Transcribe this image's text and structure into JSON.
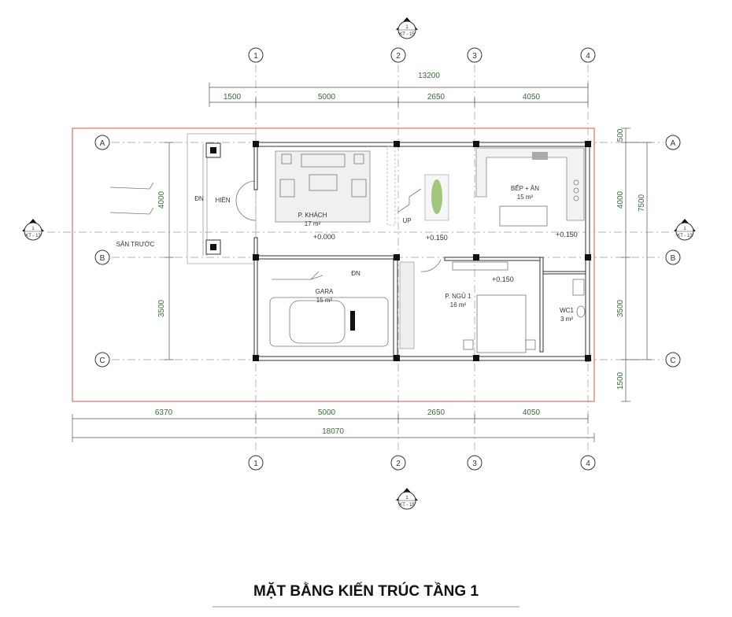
{
  "title": "MẶT BẰNG KIẾN TRÚC TẦNG 1",
  "grid_axes": {
    "columns": [
      "1",
      "2",
      "3",
      "4"
    ],
    "rows": [
      "A",
      "B",
      "C"
    ]
  },
  "section_markers": [
    {
      "num": "1",
      "ref": "KT - 15"
    },
    {
      "num": "1",
      "ref": "KT - 15"
    },
    {
      "num": "1",
      "ref": "KT - 13"
    },
    {
      "num": "1",
      "ref": "KT - 13"
    }
  ],
  "dimensions": {
    "top_total": "13200",
    "top_segments": [
      "1500",
      "5000",
      "2650",
      "4050"
    ],
    "bottom_segments": [
      "6370",
      "5000",
      "2650",
      "4050"
    ],
    "bottom_total": "18070",
    "left_segments": [
      "4000",
      "3500"
    ],
    "right_segments": [
      "500",
      "4000",
      "3500",
      "1500"
    ],
    "right_total": "7500"
  },
  "rooms": {
    "front_yard": "SÂN TRƯỚC",
    "porch": "HIÊN",
    "porch_dn": "ĐN",
    "living": {
      "name": "P. KHÁCH",
      "area": "17 m²"
    },
    "kitchen": {
      "name": "BẾP + ĂN",
      "area": "15 m²"
    },
    "garage": {
      "name": "GARA",
      "area": "15 m²"
    },
    "garage_dn": "ĐN",
    "bedroom": {
      "name": "P. NGỦ 1",
      "area": "16 m²"
    },
    "wc": {
      "name": "WC1",
      "area": "3 m²"
    },
    "stair": "UP"
  },
  "levels": [
    "+0.000",
    "+0.150",
    "+0.150",
    "+0.150"
  ],
  "colors": {
    "boundary": "#d9534f",
    "dimension_text": "#3a6b3a",
    "walls": "#111111"
  }
}
